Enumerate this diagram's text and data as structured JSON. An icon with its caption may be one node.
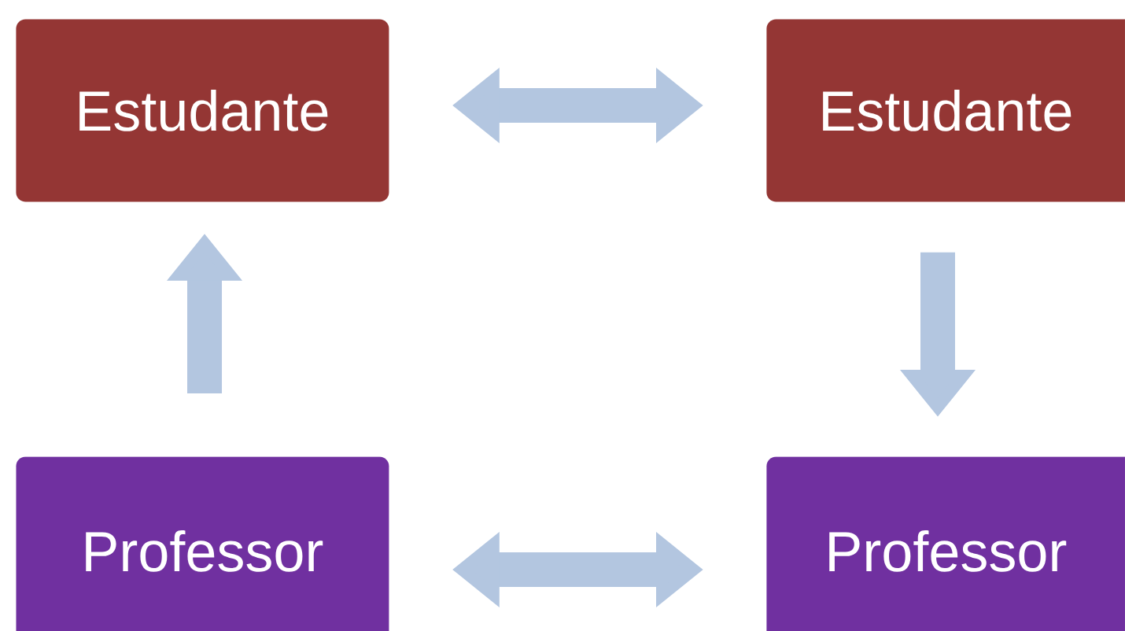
{
  "diagram": {
    "nodes": [
      {
        "text": [
          "Estudante"
        ]
      },
      {
        "text": [
          "Estudante"
        ]
      },
      {
        "text": [
          "Professor"
        ]
      },
      {
        "text": [
          "Professor"
        ]
      }
    ],
    "edges": [
      {
        "from": 0,
        "to": 1,
        "arrow": "both"
      },
      {
        "from": 1,
        "to": 3,
        "arrow": "to"
      },
      {
        "from": 2,
        "to": 0,
        "arrow": "to"
      },
      {
        "from": 2,
        "to": 3,
        "arrow": "both"
      }
    ]
  }
}
